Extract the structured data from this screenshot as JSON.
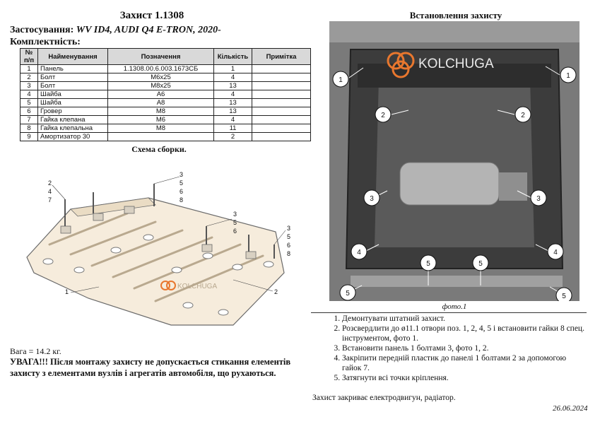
{
  "header": {
    "title": "Захист 1.1308",
    "usage_label": "Застосування:",
    "usage_value": "WV ID4, AUDI Q4 E-TRON, 2020-",
    "kit_label": "Комплектність:"
  },
  "parts_table": {
    "columns": [
      "№ п/п",
      "Найменування",
      "Позначення",
      "Кількість",
      "Примітка"
    ],
    "rows": [
      [
        "1",
        "Панель",
        "1.1308.00.6.003.1673СБ",
        "1",
        ""
      ],
      [
        "2",
        "Болт",
        "М6х25",
        "4",
        ""
      ],
      [
        "3",
        "Болт",
        "М8х25",
        "13",
        ""
      ],
      [
        "4",
        "Шайба",
        "А6",
        "4",
        ""
      ],
      [
        "5",
        "Шайба",
        "А8",
        "13",
        ""
      ],
      [
        "6",
        "Гровер",
        "М8",
        "13",
        ""
      ],
      [
        "7",
        "Гайка клепана",
        "М6",
        "4",
        ""
      ],
      [
        "8",
        "Гайка клепальна",
        "М8",
        "11",
        ""
      ],
      [
        "9",
        "Амортизатор 30",
        "",
        "2",
        ""
      ]
    ]
  },
  "scheme": {
    "title": "Схема сборки.",
    "logo_text": "KOLCHUGA",
    "callouts": {
      "left_top": [
        "2",
        "4",
        "7"
      ],
      "mid_top": [
        "3",
        "5",
        "6",
        "8"
      ],
      "mid_right": [
        "3",
        "5",
        "6"
      ],
      "far_right": [
        "3",
        "5",
        "6",
        "8"
      ],
      "panel": "1",
      "bolt": "2"
    }
  },
  "weight": "Вага = 14.2 кг.",
  "warning": "УВАГА!!! Після монтажу захисту не допускається стикання елементів захисту з елементами вузлів і агрегатів автомобіля, що рухаються.",
  "install": {
    "title": "Встановлення захисту",
    "photo_logo": "KOLCHUGA",
    "photo_caption": "фото.1",
    "markers": [
      "1",
      "1",
      "2",
      "2",
      "3",
      "3",
      "4",
      "4",
      "5",
      "5",
      "5",
      "5"
    ],
    "steps": [
      "Демонтувати штатний захист.",
      "Розсвердлити до ø11.1 отвори поз. 1, 2, 4, 5 і встановити гайки 8 спец. інструментом, фото 1.",
      "Встановити панель 1 болтами 3, фото 1, 2.",
      "Закріпити передній пластик до панелі 1 болтами 2 за допомогою гайок 7.",
      "Затягнути всі точки кріплення."
    ]
  },
  "coverage_note": "Захист закриває електродвигун, радіатор.",
  "date": "26.06.2024",
  "colors": {
    "logo": "#e8772e",
    "photo_bg": "#7d7d7d",
    "table_header": "#d9d9d9"
  }
}
